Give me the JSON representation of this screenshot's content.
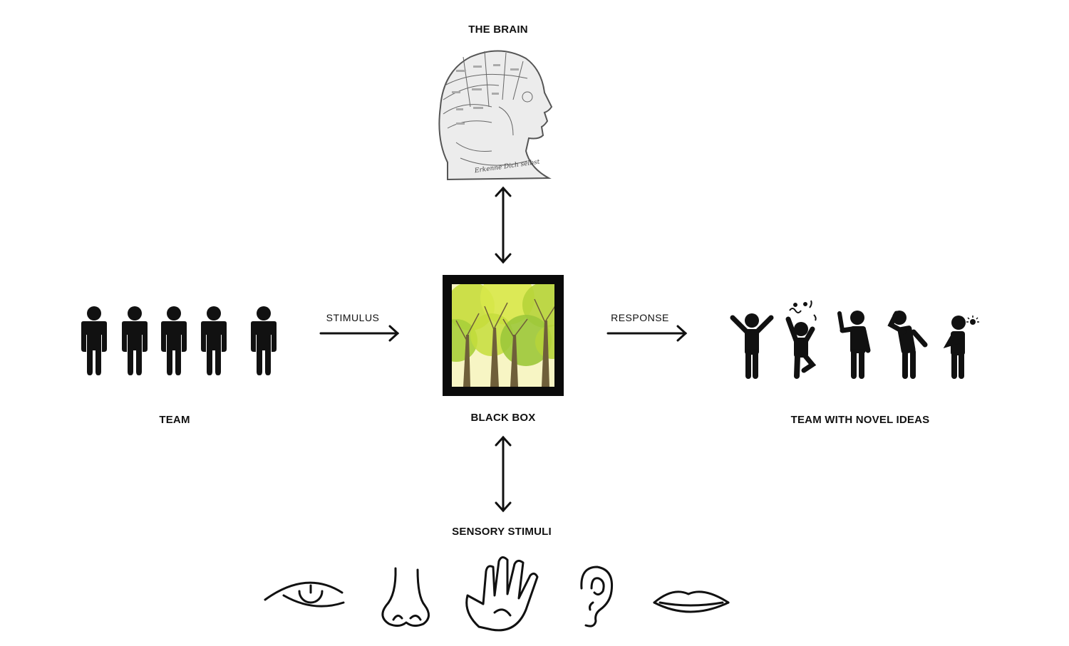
{
  "labels": {
    "brain": "THE BRAIN",
    "team": "TEAM",
    "black_box": "BLACK BOX",
    "team_novel": "TEAM WITH NOVEL IDEAS",
    "sensory": "SENSORY STIMULI"
  },
  "arrows": {
    "stimulus": "STIMULUS",
    "response": "RESPONSE"
  },
  "brain_inscription": "Erkenne Dich selbst",
  "colors": {
    "ink": "#111111",
    "box_frame": "#0a0a0a",
    "sky": "#f7f5c4",
    "canopy_light": "#c6dd3c",
    "canopy_dark": "#8cc63f",
    "trunk": "#6f5f3a"
  },
  "icons": {
    "team": [
      "person-icon",
      "person-icon",
      "person-icon",
      "person-icon",
      "person-icon"
    ],
    "team_novel": [
      "cheering-person-icon",
      "dancing-person-icon",
      "pointing-person-icon",
      "thinking-person-icon",
      "idea-person-icon"
    ],
    "senses": [
      "eye-icon",
      "nose-icon",
      "hand-icon",
      "ear-icon",
      "mouth-icon"
    ]
  }
}
